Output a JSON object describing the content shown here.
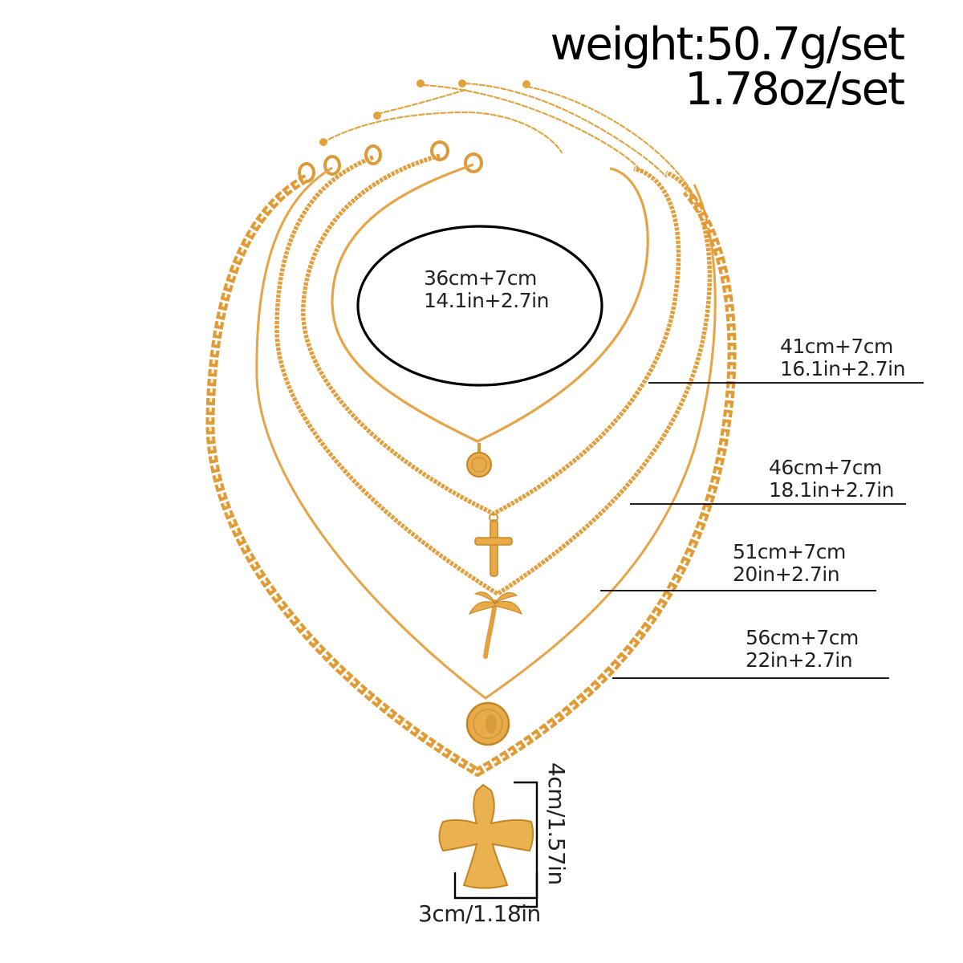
{
  "image": {
    "subject": "Layered gold necklace set with five chains and pendants",
    "background_color": "#ffffff",
    "gold_color": "#e8a33c",
    "gold_dark": "#c47a1e",
    "annotation_color": "#000000"
  },
  "weight": {
    "line1": "weight:50.7g/set",
    "line2": "1.78oz/set"
  },
  "necklaces": [
    {
      "id": 1,
      "length_cm": "36cm+7cm",
      "length_in": "14.1in+2.7in",
      "pendant": "round coin medallion",
      "chain": "fine bar chain"
    },
    {
      "id": 2,
      "length_cm": "41cm+7cm",
      "length_in": "16.1in+2.7in",
      "pendant": "crucifix cross",
      "chain": "curb chain"
    },
    {
      "id": 3,
      "length_cm": "46cm+7cm",
      "length_in": "18.1in+2.7in",
      "pendant": "palm tree",
      "chain": "curb chain"
    },
    {
      "id": 4,
      "length_cm": "51cm+7cm",
      "length_in": "20in+2.7in",
      "pendant": "coin medallion with portrait",
      "chain": "fine bar chain"
    },
    {
      "id": 5,
      "length_cm": "56cm+7cm",
      "length_in": "22in+2.7in",
      "pendant": "dotted textured cross",
      "chain": "thick curb chain"
    }
  ],
  "pendant_size": {
    "height": "4cm/1.57in",
    "width": "3cm/1.18in"
  }
}
